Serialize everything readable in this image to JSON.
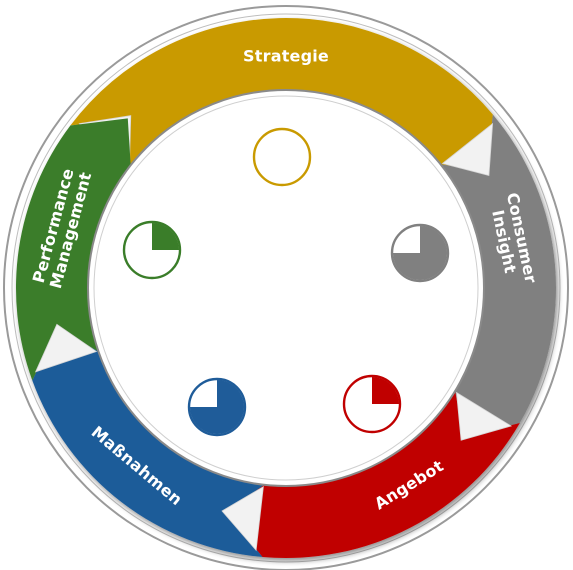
{
  "cycle": {
    "segments": [
      {
        "id": "strategie",
        "lines": [
          "Strategie"
        ],
        "color": "#C99A00",
        "indicator_fraction": 0
      },
      {
        "id": "consumer",
        "lines": [
          "Consumer",
          "Insight"
        ],
        "color": "#808080",
        "indicator_fraction": 0.75
      },
      {
        "id": "angebot",
        "lines": [
          "Angebot"
        ],
        "color": "#C00000",
        "indicator_fraction": 0.25
      },
      {
        "id": "massnahmen",
        "lines": [
          "Maßnahmen"
        ],
        "color": "#1F5C99",
        "indicator_fraction": 0.75
      },
      {
        "id": "performance",
        "lines": [
          "Performance",
          "Management"
        ],
        "color": "#3A7D29",
        "indicator_fraction": 0.25
      }
    ]
  }
}
